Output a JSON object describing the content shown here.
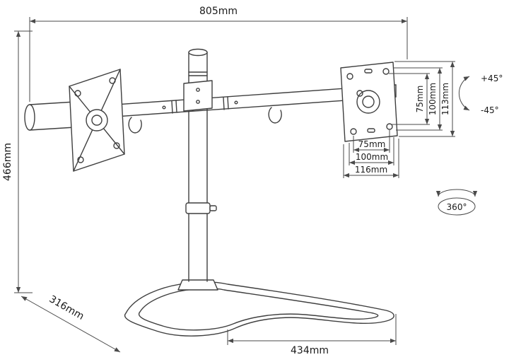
{
  "colors": {
    "line": "#3f3f3f",
    "dimension_line": "#4a4a4a",
    "background": "#ffffff",
    "text": "#1a1a1a"
  },
  "diagram": {
    "labels": {
      "overall_width": "805mm",
      "overall_height": "466mm",
      "base_depth": "316mm",
      "base_width": "434mm",
      "vesa_vertical": {
        "inner": "75mm",
        "middle": "100mm",
        "outer": "113mm"
      },
      "vesa_horizontal": {
        "inner": "75mm",
        "middle": "100mm",
        "outer": "116mm"
      },
      "tilt_up": "+45°",
      "tilt_down": "-45°",
      "rotation": "360°"
    }
  }
}
